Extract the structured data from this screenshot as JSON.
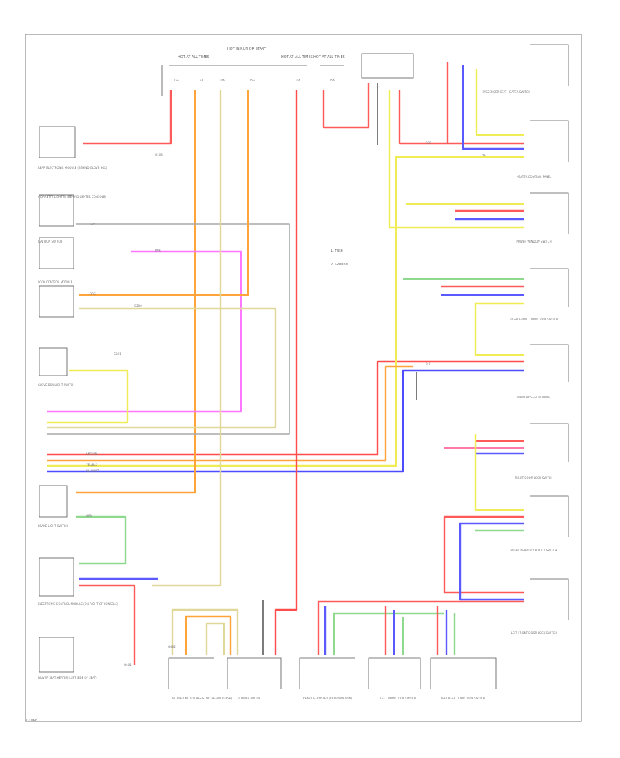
{
  "diagram": {
    "center_legend": [
      "1. Fuse",
      "2. Ground"
    ],
    "corner_code": "T-1066",
    "fuse_box_labels": [
      "HOT AT ALL TIMES",
      "HOT IN RUN OR START",
      "HOT AT ALL TIMES",
      "HOT AT ALL TIMES"
    ],
    "fuses": [
      "15A",
      "7.5A",
      "10A",
      "15A",
      "10A",
      "15A"
    ],
    "components": {
      "pcm": "REAR ELECTRONIC MODULE (BEHIND GLOVE BOX)",
      "cigarette": "CIGARETTE LIGHTER (BEHIND CENTER CONSOLE)",
      "ignition": "IGNITION SWITCH",
      "doorlock_top": "LOCK CONTROL MODULE",
      "glove_sw": "GLOVE BOX LIGHT SWITCH",
      "brake_sw": "BRAKE LIGHT SWITCH",
      "ecm": "ELECTRONIC CONTROL MODULE (ON RIGHT OF CONSOLE)",
      "seat_left": "DRIVER SEAT HEATER (LEFT SIDE OF SEAT)",
      "bottom_1": "BLOWER MOTOR RESISTOR (BEHIND DASH)",
      "bottom_2": "BLOWER MOTOR",
      "bottom_3": "REAR DEFROSTER (REAR WINDOW)",
      "bottom_4": "LEFT DOOR LOCK SWITCH",
      "bottom_5": "LEFT REAR DOOR LOCK SWITCH",
      "right_1": "PASSENGER SEAT HEATER SWITCH",
      "right_2": "HEATER CONTROL PANEL",
      "right_3": "POWER WINDOW SWITCH",
      "right_4": "RIGHT FRONT DOOR LOCK SWITCH",
      "right_5": "MEMORY SEAT MODULE",
      "right_6": "RIGHT DOOR LOCK SWITCH",
      "right_7": "RIGHT REAR DOOR LOCK SWITCH",
      "right_8": "LEFT FRONT DOOR LOCK SWITCH"
    },
    "ground_tags": [
      "G103",
      "G200",
      "G301",
      "G401",
      "G402"
    ],
    "wire_tags": [
      "RED",
      "BLU",
      "YEL",
      "ORG",
      "GRN",
      "PNK",
      "GRY",
      "RED/YEL",
      "BLU/WHT",
      "YEL/BLK"
    ],
    "colors": {
      "red": "#ff3b3b",
      "blue": "#3b3bff",
      "yellow": "#f2ef4a",
      "orange": "#ff9a2e",
      "green": "#66d466",
      "pink": "#ff66ff",
      "gray": "#9a9a9a",
      "tan": "#d8c880",
      "black": "#333333"
    }
  }
}
